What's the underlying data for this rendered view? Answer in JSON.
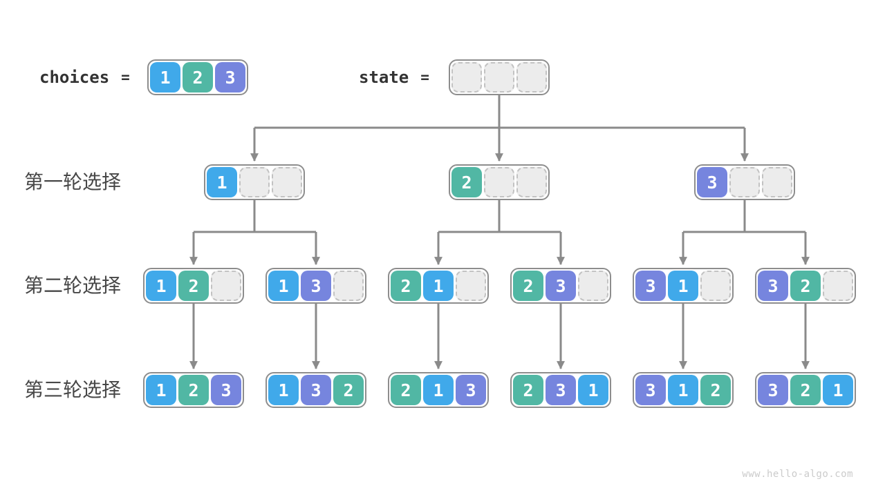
{
  "page": {
    "watermark": "www.hello-algo.com",
    "background": "#ffffff"
  },
  "palette": {
    "cell_1": "#40a9ea",
    "cell_2": "#51b7a4",
    "cell_3": "#7685de",
    "cell_text": "#ffffff",
    "cell_empty_bg": "#ececec",
    "cell_empty_border": "#c2c2c2",
    "box_border": "#8d8d8d",
    "arrow": "#8a8a8a",
    "code_label_text": "#333333",
    "round_label_text": "#474747",
    "watermark_text": "#cbcbcb"
  },
  "legend": {
    "choices_label": "choices",
    "state_label": "state",
    "equals_sign": "=",
    "choices_cells": [
      "1",
      "2",
      "3"
    ],
    "state_cells": [
      "",
      "",
      ""
    ]
  },
  "tree": {
    "rounds": [
      {
        "label": "第一轮选择",
        "boxes": [
          [
            "1",
            "",
            ""
          ],
          [
            "2",
            "",
            ""
          ],
          [
            "3",
            "",
            ""
          ]
        ]
      },
      {
        "label": "第二轮选择",
        "boxes": [
          [
            "1",
            "2",
            ""
          ],
          [
            "1",
            "3",
            ""
          ],
          [
            "2",
            "1",
            ""
          ],
          [
            "2",
            "3",
            ""
          ],
          [
            "3",
            "1",
            ""
          ],
          [
            "3",
            "2",
            ""
          ]
        ]
      },
      {
        "label": "第三轮选择",
        "boxes": [
          [
            "1",
            "2",
            "3"
          ],
          [
            "1",
            "3",
            "2"
          ],
          [
            "2",
            "1",
            "3"
          ],
          [
            "2",
            "3",
            "1"
          ],
          [
            "3",
            "1",
            "2"
          ],
          [
            "3",
            "2",
            "1"
          ]
        ]
      }
    ]
  }
}
